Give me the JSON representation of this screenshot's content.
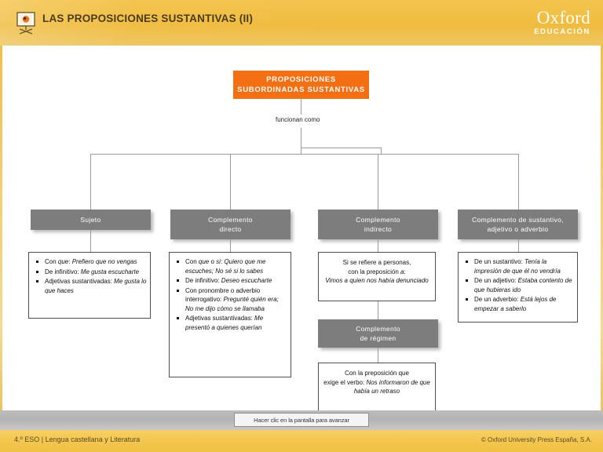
{
  "header": {
    "title": "LAS PROPOSICIONES SUSTANTIVAS (II)",
    "icon": "presentation-easel-icon",
    "logo_word": "Oxford",
    "logo_sub": "EDUCACIÓN",
    "bg_color": "#f0bc3f",
    "title_color": "#4a3c22"
  },
  "diagram": {
    "root": {
      "label_line1": "PROPOSICIONES",
      "label_line2": "SUBORDINADAS SUSTANTIVAS",
      "color": "#f36f12"
    },
    "connector_caption": "funcionan como",
    "branch_color": "#7d7d7d",
    "branches": [
      {
        "heading_line1": "Sujeto",
        "heading_line2": "",
        "items": [
          {
            "lead": "Con ",
            "lead_it": "que",
            "lead_rest": ": ",
            "example": "Prefiero que no vengas"
          },
          {
            "lead": "De infinitivo: ",
            "lead_it": "",
            "lead_rest": "",
            "example": "Me gusta escucharte"
          },
          {
            "lead": "Adjetivas sustantivadas: ",
            "lead_it": "",
            "lead_rest": "",
            "example": "Me gusta lo que haces"
          }
        ]
      },
      {
        "heading_line1": "Complemento",
        "heading_line2": "directo",
        "items": [
          {
            "lead": "Con ",
            "lead_it": "que",
            "lead_rest": " o ",
            "lead_it2": "si",
            "lead_rest2": ": ",
            "example": "Quiero que me escuches; No sé si lo sabes"
          },
          {
            "lead": "De infinitivo: ",
            "example": "Deseo escucharte"
          },
          {
            "lead": "Con pronombre o adverbio interrogativo: ",
            "example": "Pregunté quién era; No me dijo cómo se llamaba"
          },
          {
            "lead": "Adjetivas sustantivadas: ",
            "example": "Me presentó a quienes querían"
          }
        ]
      },
      {
        "heading_line1": "Complemento",
        "heading_line2": "indirecto",
        "body_line1": "Si se refiere a personas,",
        "body_line2_pre": "con la preposición ",
        "body_line2_it": "a",
        "body_line2_post": ":",
        "body_example": "Vimos a quien nos había denunciado",
        "sub": {
          "heading_line1": "Complemento",
          "heading_line2": "de régimen",
          "body_line1": "Con la preposición que",
          "body_line2": "exige el verbo: ",
          "body_example": "Nos informaron de que había un retraso"
        }
      },
      {
        "heading_line1": "Complemento de sustantivo,",
        "heading_line2": "adjetivo o adverbio",
        "items": [
          {
            "lead": "De un sustantivo: ",
            "example": "Tenía la impresión de que él no vendría"
          },
          {
            "lead": "De un adjetivo: ",
            "example": "Estaba contento de que hubieras ido"
          },
          {
            "lead": "De un adverbio: ",
            "example": "Está lejos de empezar a saberlo"
          }
        ]
      }
    ]
  },
  "footer": {
    "advance_hint": "Hacer clic en la pantalla para avanzar",
    "left_text": "4.º ESO | Lengua castellana y Literatura",
    "right_text": "© Oxford University Press España, S.A."
  }
}
